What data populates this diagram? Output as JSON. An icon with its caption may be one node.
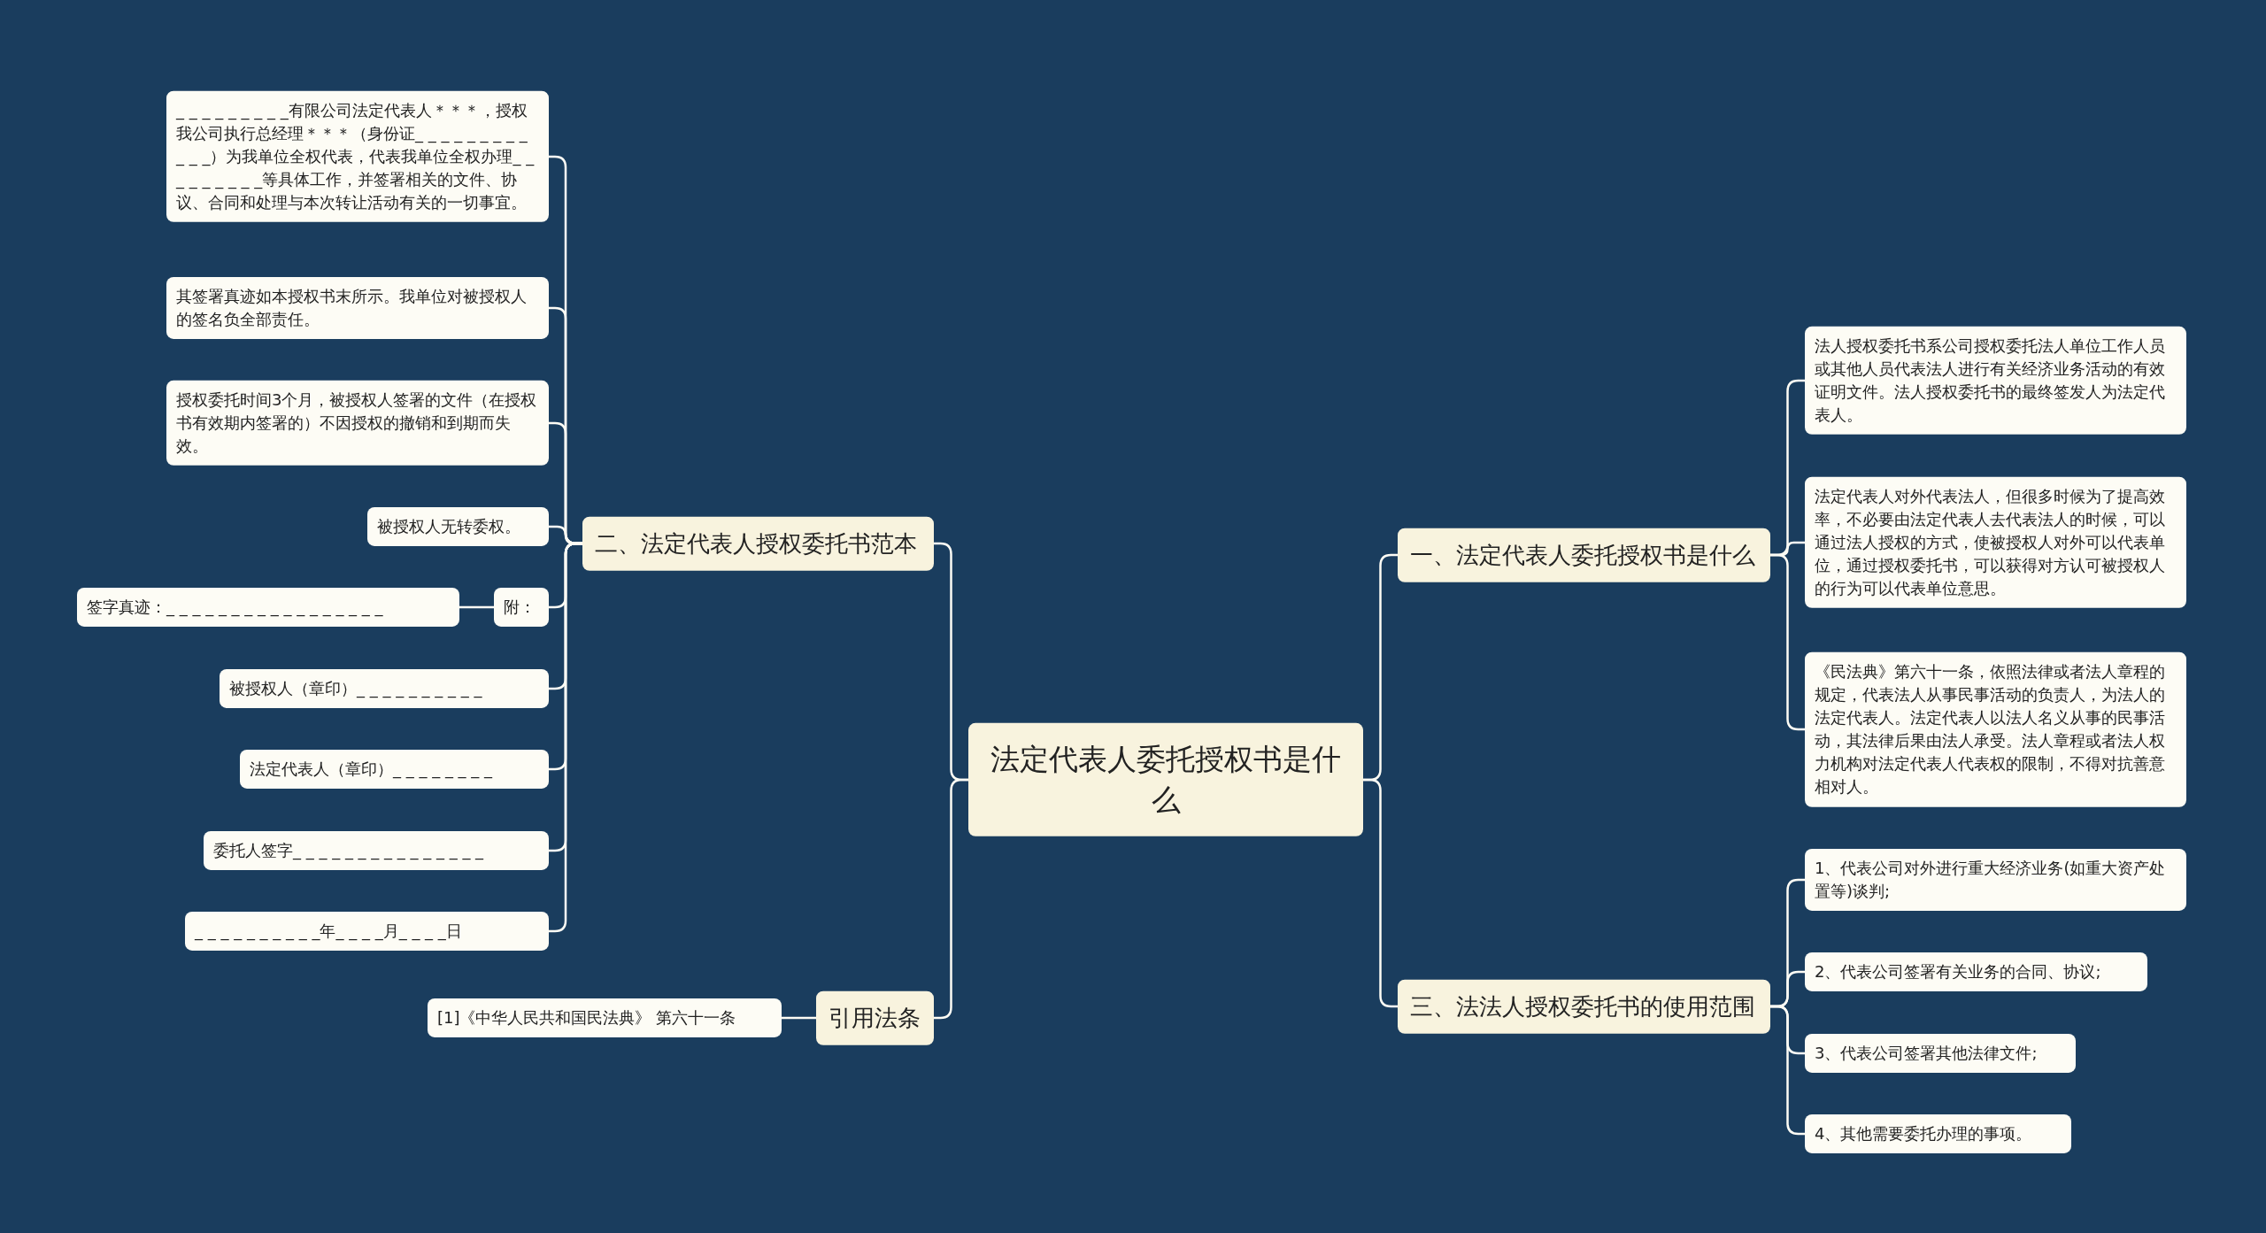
{
  "diagram": {
    "nodes": [
      {
        "text": [
          "法定代表人委托授权书是什么"
        ]
      },
      {
        "text": [
          "二、法定代表人授权委托书范本"
        ]
      },
      {
        "text": [
          "_ _ _ _ _ _ _ _ _有限公司法定代表人＊＊＊，授权我公司执行总经理＊＊＊（身份证_ _ _ _ _ _ _ _ _ _ _ _）为我单位全权代表，代表我单位全权办理_ _ _ _ _ _ _ _ _等具体工作，并签署相关的文件、协议、合同和处理与本次转让活动有关的一切事宜。"
        ]
      },
      {
        "text": [
          "其签署真迹如本授权书末所示。我单位对被授权人的签名负全部责任。"
        ]
      },
      {
        "text": [
          "授权委托时间3个月，被授权人签署的文件（在授权书有效期内签署的）不因授权的撤销和到期而失效。"
        ]
      },
      {
        "text": [
          "被授权人无转委权。"
        ]
      },
      {
        "text": [
          "附："
        ]
      },
      {
        "text": [
          "签字真迹：_ _ _ _ _ _ _ _ _ _ _ _ _ _ _ _ _"
        ]
      },
      {
        "text": [
          "被授权人（章印）_ _ _ _ _ _ _ _ _ _"
        ]
      },
      {
        "text": [
          "法定代表人（章印）_ _ _ _ _ _ _ _"
        ]
      },
      {
        "text": [
          "委托人签字_ _ _ _ _ _ _ _ _ _ _ _ _ _ _"
        ]
      },
      {
        "text": [
          "_ _ _ _ _ _ _ _ _ _年_ _ _ _月_ _ _ _日"
        ]
      },
      {
        "text": [
          "引用法条"
        ]
      },
      {
        "text": [
          "[1]《中华人民共和国民法典》 第六十一条"
        ]
      },
      {
        "text": [
          "一、法定代表人委托授权书是什么"
        ]
      },
      {
        "text": [
          "法人授权委托书系公司授权委托法人单位工作人员或其他人员代表法人进行有关经济业务活动的有效证明文件。法人授权委托书的最终签发人为法定代表人。"
        ]
      },
      {
        "text": [
          "法定代表人对外代表法人，但很多时候为了提高效率，不必要由法定代表人去代表法人的时候，可以通过法人授权的方式，使被授权人对外可以代表单位，通过授权委托书，可以获得对方认可被授权人的行为可以代表单位意思。"
        ]
      },
      {
        "text": [
          "《民法典》第六十一条，依照法律或者法人章程的规定，代表法人从事民事活动的负责人，为法人的法定代表人。法定代表人以法人名义从事的民事活动，其法律后果由法人承受。法人章程或者法人权力机构对法定代表人代表权的限制，不得对抗善意相对人。"
        ]
      },
      {
        "text": [
          "三、法法人授权委托书的使用范围"
        ]
      },
      {
        "text": [
          "1、代表公司对外进行重大经济业务(如重大资产处置等)谈判;"
        ]
      },
      {
        "text": [
          "2、代表公司签署有关业务的合同、协议;"
        ]
      },
      {
        "text": [
          "3、代表公司签署其他法律文件;"
        ]
      },
      {
        "text": [
          "4、其他需要委托办理的事项。"
        ]
      }
    ],
    "edges": [
      {
        "from": 0,
        "to": 1,
        "arrow": "none"
      },
      {
        "from": 1,
        "to": 2,
        "arrow": "none"
      },
      {
        "from": 1,
        "to": 3,
        "arrow": "none"
      },
      {
        "from": 1,
        "to": 4,
        "arrow": "none"
      },
      {
        "from": 1,
        "to": 5,
        "arrow": "none"
      },
      {
        "from": 1,
        "to": 6,
        "arrow": "none"
      },
      {
        "from": 6,
        "to": 7,
        "arrow": "none"
      },
      {
        "from": 1,
        "to": 8,
        "arrow": "none"
      },
      {
        "from": 1,
        "to": 9,
        "arrow": "none"
      },
      {
        "from": 1,
        "to": 10,
        "arrow": "none"
      },
      {
        "from": 1,
        "to": 11,
        "arrow": "none"
      },
      {
        "from": 0,
        "to": 12,
        "arrow": "none"
      },
      {
        "from": 12,
        "to": 13,
        "arrow": "none"
      },
      {
        "from": 0,
        "to": 14,
        "arrow": "none"
      },
      {
        "from": 14,
        "to": 15,
        "arrow": "none"
      },
      {
        "from": 14,
        "to": 16,
        "arrow": "none"
      },
      {
        "from": 14,
        "to": 17,
        "arrow": "none"
      },
      {
        "from": 0,
        "to": 18,
        "arrow": "none"
      },
      {
        "from": 18,
        "to": 19,
        "arrow": "none"
      },
      {
        "from": 18,
        "to": 20,
        "arrow": "none"
      },
      {
        "from": 18,
        "to": 21,
        "arrow": "none"
      },
      {
        "from": 18,
        "to": 22,
        "arrow": "none"
      }
    ]
  }
}
